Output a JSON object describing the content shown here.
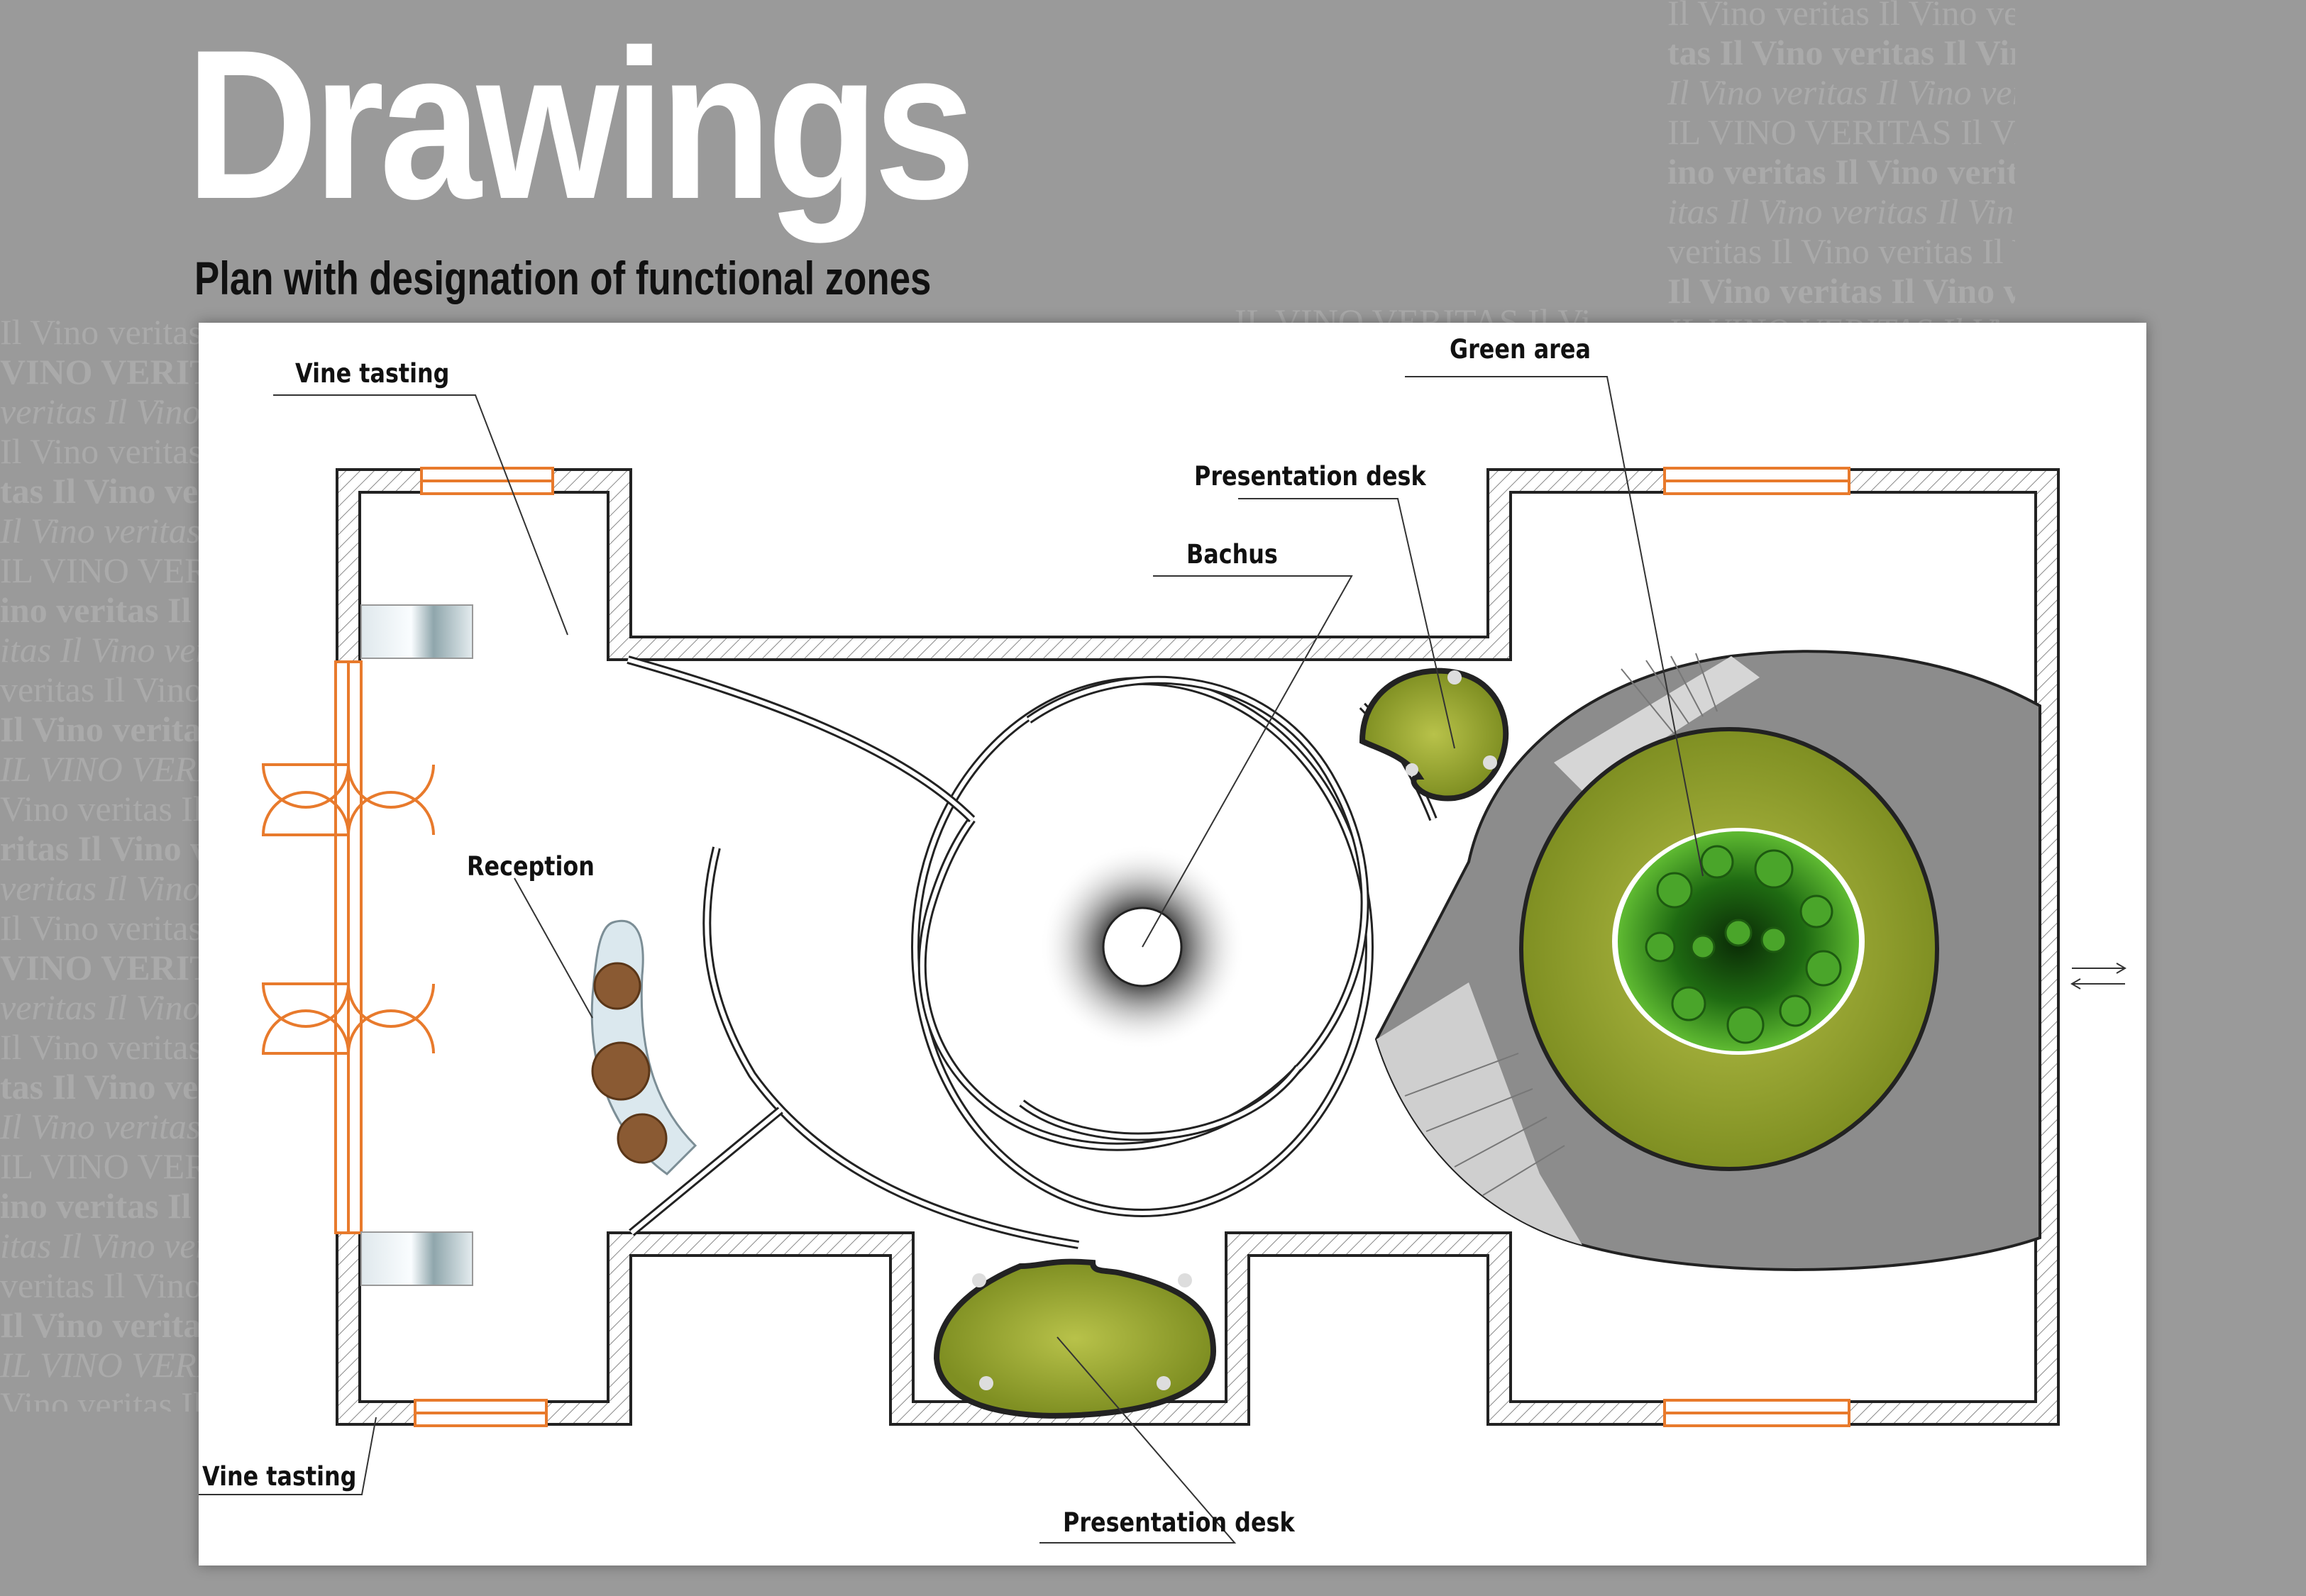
{
  "header": {
    "title": "Drawings",
    "subtitle": "Plan with designation of functional zones"
  },
  "watermark": {
    "lines": [
      "Il Vino veritas Il Vino veritas",
      "VINO VERITAS Il Vino veritas",
      "veritas Il Vino veritas Il Vino",
      "Il Vino veritas Il Vino veritas",
      "tas Il Vino veritas Il Vino ver",
      "Il Vino veritas Il Vino veritas",
      "IL VINO VERITAS Il Vino veritas",
      "ino veritas Il Vino veritas Il",
      "itas Il Vino veritas Il Vino v",
      "veritas Il Vino veritas Il Vin",
      "Il Vino veritas Il Vino verit",
      "IL VINO VERITAS Il Vino veri",
      "Vino veritas Il Vino veritas",
      "ritas Il Vino veritas Il Vino",
      "veritas Il Vino veritas Il Vi"
    ]
  },
  "labels": {
    "vine_tasting_top": "Vine tasting",
    "green_area": "Green area",
    "presentation_desk_top": "Presentation desk",
    "bachus": "Bachus",
    "reception": "Reception",
    "vine_tasting_bottom": "Vine tasting",
    "presentation_desk_bottom": "Presentation desk"
  },
  "colors": {
    "background": "#9a9a9a",
    "sheet": "#ffffff",
    "wall": "#222222",
    "door_window": "#e87a2c",
    "grass": "#9aaa32",
    "foliage": "#2d8a1c",
    "stair_grey": "#8c8c8c"
  }
}
